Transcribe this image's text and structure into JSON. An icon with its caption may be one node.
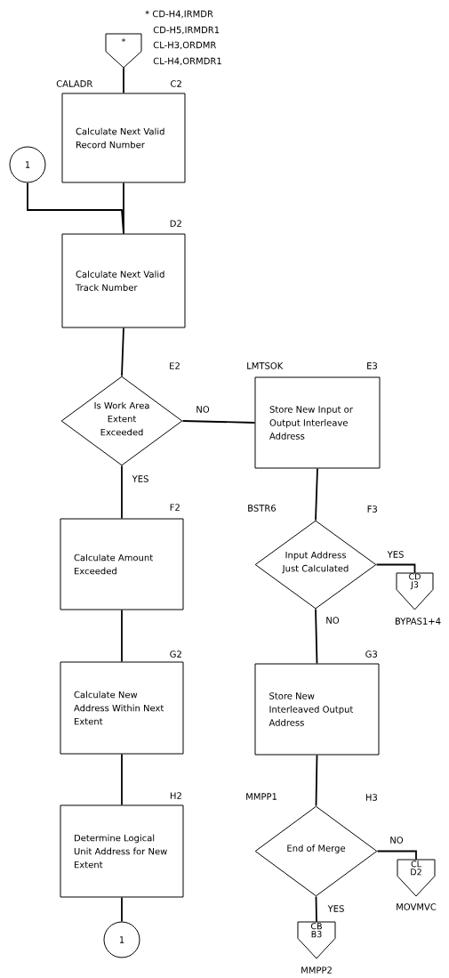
{
  "diagram": {
    "nodes": [
      {
        "text": [
          "*"
        ],
        "beside": [
          "* CD-H4,IRMDR",
          "CD-H5,IRMDR1",
          "CL-H3,ORDMR",
          "CL-H4,ORMDR1"
        ]
      },
      {
        "text": [
          "Calculate Next Valid Record Number"
        ],
        "beside": [
          "CALADR",
          "C2"
        ]
      },
      {
        "text": [
          "1"
        ]
      },
      {
        "text": [
          "Calculate Next Valid Track Number"
        ],
        "beside": [
          "D2"
        ]
      },
      {
        "text": [
          "Is Work Area Extent Exceeded"
        ],
        "beside": [
          "E2"
        ]
      },
      {
        "text": [
          "Store New Input or Output Interleave Address"
        ],
        "beside": [
          "LMTSOK",
          "E3"
        ]
      },
      {
        "text": [
          "Calculate Amount Exceeded"
        ],
        "beside": [
          "F2"
        ]
      },
      {
        "text": [
          "Input Address Just Calculated"
        ],
        "beside": [
          "BSTR6",
          "F3"
        ]
      },
      {
        "text": [
          "CD J3"
        ],
        "beside": [
          "BYPAS1+4"
        ]
      },
      {
        "text": [
          "Calculate New Address Within Next Extent"
        ],
        "beside": [
          "G2"
        ]
      },
      {
        "text": [
          "Store New Interleaved Output Address"
        ],
        "beside": [
          "G3"
        ]
      },
      {
        "text": [
          "Determine Logical Unit Address for New Extent"
        ],
        "beside": [
          "H2"
        ]
      },
      {
        "text": [
          "End of Merge"
        ],
        "beside": [
          "MMPP1",
          "H3"
        ]
      },
      {
        "text": [
          "1"
        ]
      },
      {
        "text": [
          "CB B3"
        ],
        "beside": [
          "MMPP2"
        ]
      },
      {
        "text": [
          "CL D2"
        ],
        "beside": [
          "MOVMVC"
        ]
      }
    ],
    "edges": [
      {
        "from": 0,
        "to": 1,
        "arrow": "none"
      },
      {
        "from": 1,
        "to": 3,
        "arrow": "none"
      },
      {
        "from": 2,
        "to": 3,
        "arrow": "none"
      },
      {
        "from": 3,
        "to": 4,
        "arrow": "none"
      },
      {
        "from": 4,
        "to": 5,
        "arrow": "none",
        "label": "NO"
      },
      {
        "from": 4,
        "to": 6,
        "arrow": "none",
        "label": "YES"
      },
      {
        "from": 5,
        "to": 7,
        "arrow": "none"
      },
      {
        "from": 6,
        "to": 9,
        "arrow": "none"
      },
      {
        "from": 7,
        "to": 8,
        "arrow": "none",
        "label": "YES"
      },
      {
        "from": 7,
        "to": 10,
        "arrow": "none",
        "label": "NO"
      },
      {
        "from": 9,
        "to": 11,
        "arrow": "none"
      },
      {
        "from": 10,
        "to": 12,
        "arrow": "none"
      },
      {
        "from": 12,
        "to": 15,
        "arrow": "none",
        "label": "NO"
      },
      {
        "from": 12,
        "to": 14,
        "arrow": "none",
        "label": "YES"
      },
      {
        "from": 11,
        "to": 13,
        "arrow": "none"
      }
    ]
  }
}
